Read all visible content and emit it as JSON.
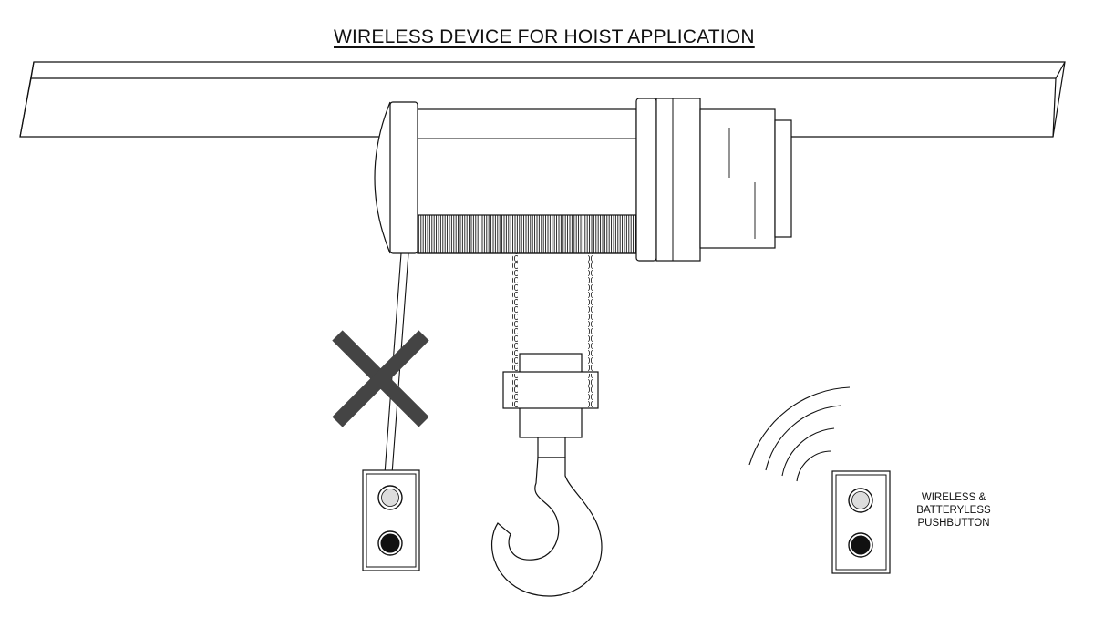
{
  "title": "WIRELESS DEVICE FOR HOIST APPLICATION",
  "wireless_label": {
    "line1": "WIRELESS  &",
    "line2": "BATTERYLESS",
    "line3": "PUSHBUTTON"
  },
  "colors": {
    "line": "#111111",
    "cross": "#444444",
    "button_top": "#dddddd",
    "button_bottom": "#111111"
  }
}
